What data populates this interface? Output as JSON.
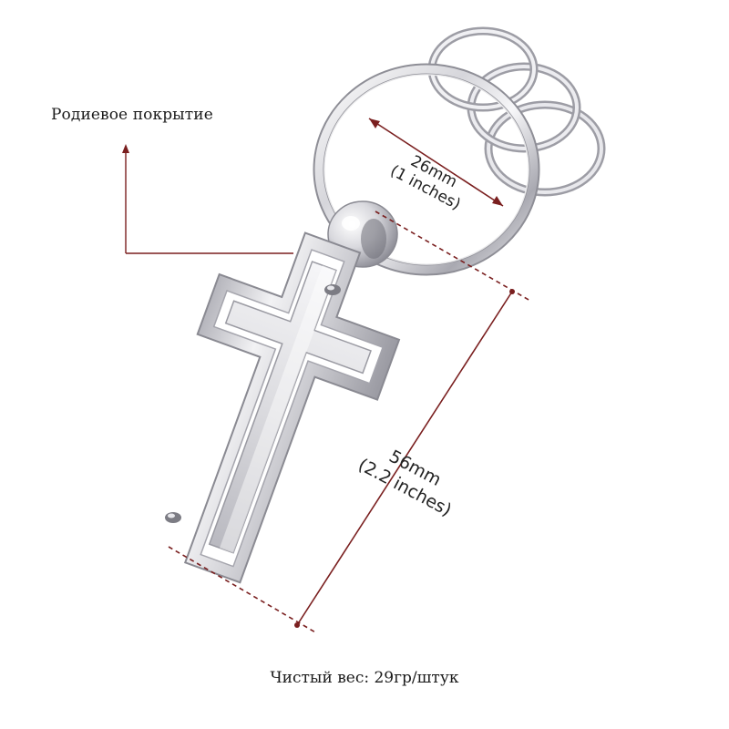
{
  "labels": {
    "plating": "Родиевое покрытие",
    "ring_mm": "26mm",
    "ring_in": "(1 inches)",
    "length_mm": "56mm",
    "length_in": "(2.2 inches)",
    "weight": "Чистый вес: 29гр/штук"
  },
  "colors": {
    "background": "#ffffff",
    "leader_line": "#7a1f1f",
    "dimension_line": "#7a1f1f",
    "metal_light": "#f4f4f6",
    "metal_mid": "#c9c9ce",
    "metal_dark": "#8c8c94"
  }
}
